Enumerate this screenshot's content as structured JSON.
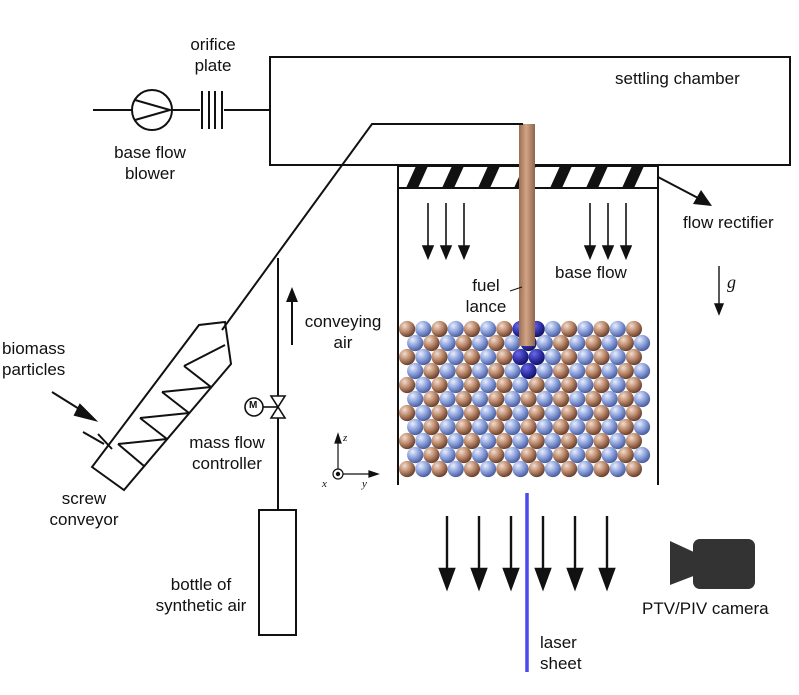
{
  "labels": {
    "orifice_plate": [
      "orifice",
      "plate"
    ],
    "settling_chamber": "settling chamber",
    "base_flow_blower": [
      "base flow",
      "blower"
    ],
    "flow_rectifier": "flow rectifier",
    "gravity": "g",
    "fuel_lance": [
      "fuel",
      "lance"
    ],
    "base_flow": "base flow",
    "conveying_air": [
      "conveying",
      "air"
    ],
    "biomass_particles": [
      "biomass",
      "particles"
    ],
    "mass_flow_controller": [
      "mass flow",
      "controller"
    ],
    "screw_conveyor": [
      "screw",
      "conveyor"
    ],
    "bottle": [
      "bottle of",
      "synthetic air"
    ],
    "camera": "PTV/PIV camera",
    "laser_sheet": [
      "laser",
      "sheet"
    ],
    "motor_symbol": "M",
    "axes": {
      "x": "x",
      "y": "y",
      "z": "z"
    }
  },
  "colors": {
    "line": "#111111",
    "lance": "#b98668",
    "particle_brown": "#a97a62",
    "particle_blue": "#8aa0dc",
    "particle_fuel": "#2e2ea8",
    "laser": "#4a4af0",
    "camera": "#333333"
  }
}
